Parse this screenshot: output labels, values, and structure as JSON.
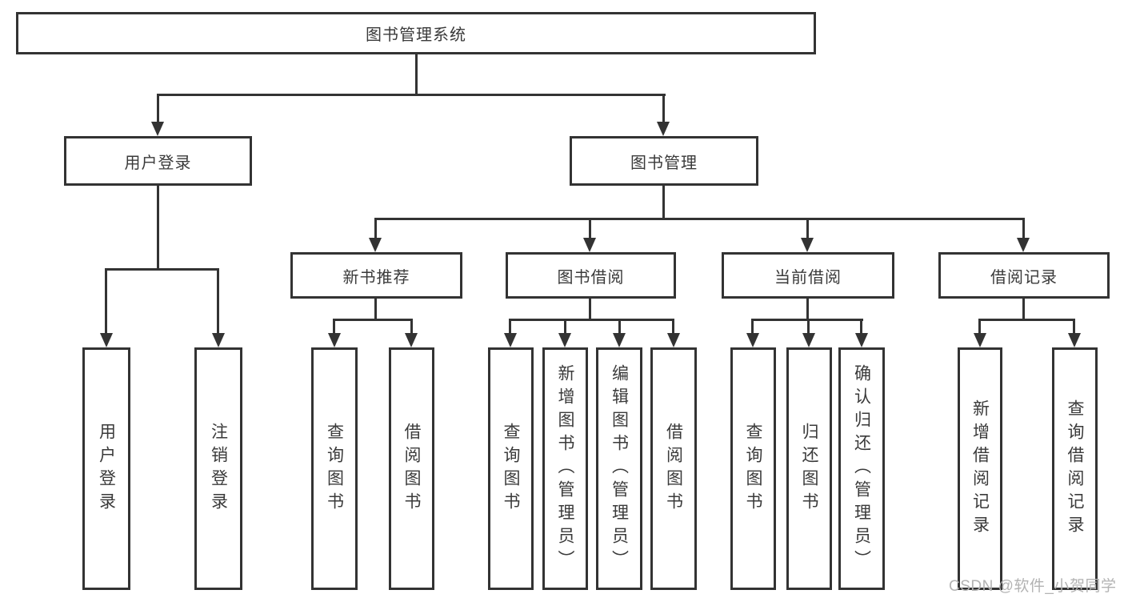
{
  "diagram": {
    "type": "hierarchy-flowchart",
    "colors": {
      "line": "#333333",
      "text": "#3a3a3a",
      "box_background": "#ffffff",
      "watermark": "#b3b3b3",
      "background": "#ffffff"
    },
    "tree": {
      "root": {
        "label": "图书管理系统"
      },
      "branches": [
        {
          "label": "用户登录",
          "leaves": [
            "用户登录",
            "注销登录"
          ]
        },
        {
          "label": "图书管理",
          "groups": [
            {
              "label": "新书推荐",
              "leaves": [
                "查询图书",
                "借阅图书"
              ]
            },
            {
              "label": "图书借阅",
              "leaves": [
                "查询图书",
                "新增图书（管理员）",
                "编辑图书（管理员）",
                "借阅图书"
              ]
            },
            {
              "label": "当前借阅",
              "leaves": [
                "查询图书",
                "归还图书",
                "确认归还（管理员）"
              ]
            },
            {
              "label": "借阅记录",
              "leaves": [
                "新增借阅记录",
                "查询借阅记录"
              ]
            }
          ]
        }
      ]
    },
    "watermark": {
      "text": "CSDN @软件_小贺同学"
    }
  }
}
